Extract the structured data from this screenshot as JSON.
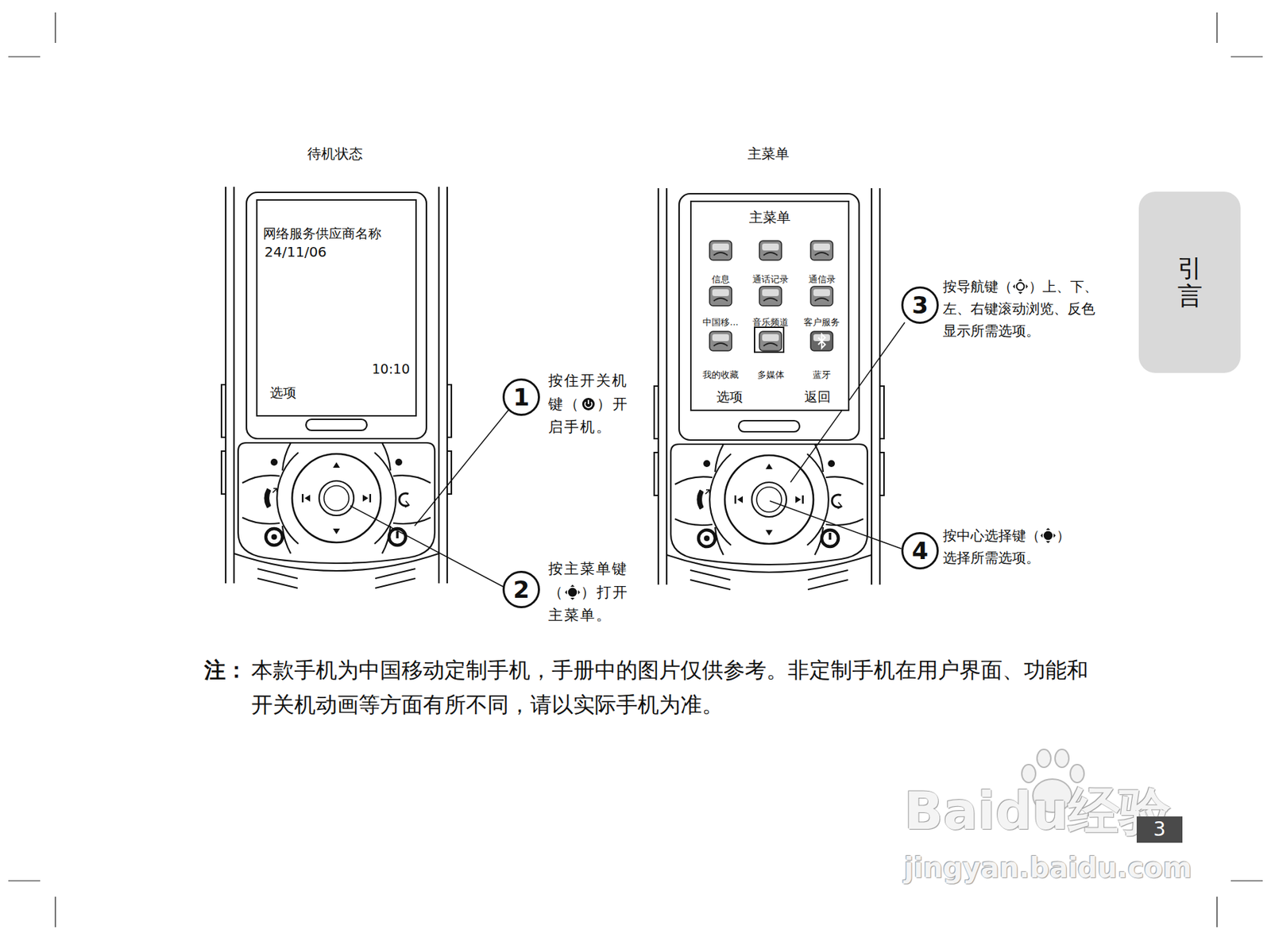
{
  "diagram": {
    "nodes": [
      {
        "text": [
          "网络服务供应商名称",
          "24/11/06",
          "10:10",
          "选项"
        ]
      },
      {
        "text": [
          "主菜单",
          "选项",
          "返回"
        ]
      },
      {
        "text": [
          "信息"
        ],
        "in": 1
      },
      {
        "text": [
          "通话记录"
        ],
        "in": 1
      },
      {
        "text": [
          "通信录"
        ],
        "in": 1
      },
      {
        "text": [
          "中国移..."
        ],
        "in": 1
      },
      {
        "text": [
          "音乐频道"
        ],
        "in": 1
      },
      {
        "text": [
          "客户服务"
        ],
        "in": 1
      },
      {
        "text": [
          "我的收藏"
        ],
        "in": 1
      },
      {
        "text": [
          "多媒体"
        ],
        "in": 1
      },
      {
        "text": [
          "蓝牙"
        ],
        "in": 1
      },
      {
        "text": [
          "引言"
        ]
      },
      {
        "text": [
          "1"
        ]
      },
      {
        "text": [
          "2"
        ]
      },
      {
        "text": [
          "3"
        ]
      },
      {
        "text": [
          "4"
        ]
      }
    ],
    "labels": [
      "待机状态",
      "主菜单",
      "按住开关机键（",
      "）开启手机。",
      "按主菜单键（",
      "）打开主菜单。",
      "按导航键（",
      "）上、下、左、右键滚动浏览、反色显示所需选项。",
      "按中心选择键（",
      "）选择所需选项。",
      "注：",
      "本款手机为中国移动定制手机，手册中的图片仅供参考。非定制手机在用户界面、功能和开关机动画等方面有所不同，请以实际手机为准。",
      "Baidu经验",
      "jingyan.baidu.com",
      "3"
    ]
  }
}
